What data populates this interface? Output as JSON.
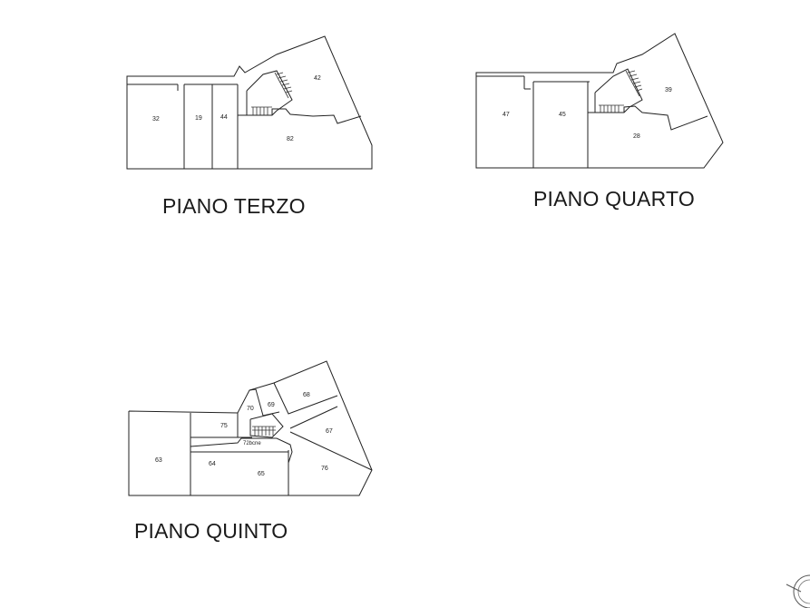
{
  "plans": {
    "terzo": {
      "title": "PIANO TERZO",
      "rooms": [
        "32",
        "19",
        "44",
        "42",
        "82"
      ]
    },
    "quarto": {
      "title": "PIANO QUARTO",
      "rooms": [
        "47",
        "45",
        "39",
        "28"
      ]
    },
    "quinto": {
      "title": "PIANO QUINTO",
      "rooms": [
        "63",
        "64",
        "65",
        "75",
        "70",
        "69",
        "68",
        "67",
        "76",
        "72bcne"
      ]
    }
  },
  "colors": {
    "line": "#222222",
    "text": "#1a1a1a",
    "background": "#ffffff"
  }
}
